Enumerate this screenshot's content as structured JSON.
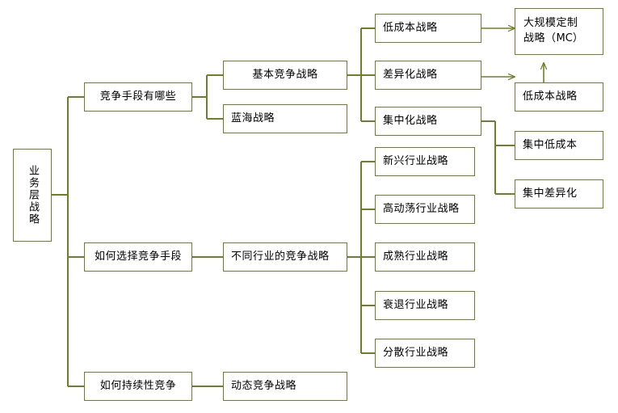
{
  "diagram": {
    "type": "tree-mindmap",
    "orientation": "left-to-right",
    "line_color": "#6d8028",
    "box_border_color": "#6d8028",
    "background_color": "#ffffff",
    "text_color": "#000000",
    "root": {
      "label": "业务层战略",
      "orientation": "vertical"
    },
    "level1": [
      {
        "label": "竞争手段有哪些"
      },
      {
        "label": "如何选择竞争手段"
      },
      {
        "label": "如何持续性竞争"
      }
    ],
    "level2": [
      {
        "label": "基本竞争战略"
      },
      {
        "label": "蓝海战略"
      },
      {
        "label": "不同行业的竞争战略"
      },
      {
        "label": "动态竞争战略"
      }
    ],
    "generic_strategies": [
      {
        "label": "低成本战略"
      },
      {
        "label": "差异化战略"
      },
      {
        "label": "集中化战略"
      }
    ],
    "industry_strategies": [
      {
        "label": "新兴行业战略"
      },
      {
        "label": "高动荡行业战略"
      },
      {
        "label": "成熟行业战略"
      },
      {
        "label": "衰退行业战略"
      },
      {
        "label": "分散行业战略"
      }
    ],
    "outcome_nodes": [
      {
        "label_line1": "大规模定制",
        "label_line2_prefix": "战略（",
        "label_line2_mc": "MC",
        "label_line2_suffix": "）"
      },
      {
        "label": "低成本战略"
      }
    ],
    "focus_nodes": [
      {
        "label": "集中低成本"
      },
      {
        "label": "集中差异化"
      }
    ]
  }
}
